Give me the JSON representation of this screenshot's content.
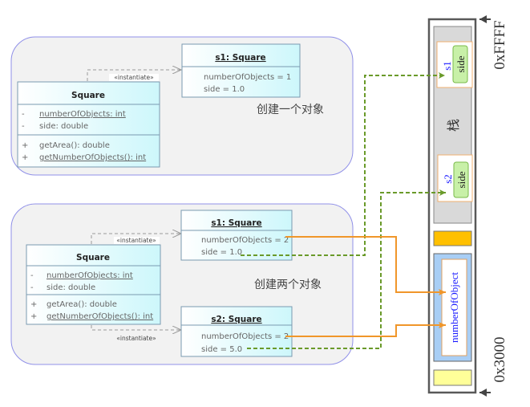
{
  "colors": {
    "panel_fill": "#f2f2f2",
    "panel_border": "#9090e8",
    "class_fill": "#dcfbff",
    "class_border": "#7a9ab0",
    "dashed_arrow": "#999999",
    "ref_green": "#6a9a2a",
    "ref_orange": "#f0962a",
    "stack_fill": "#d9d9d9",
    "frame_border": "#595959",
    "heap_fill": "#a8cef5",
    "orange_block": "#ffc000",
    "yellow_block": "#ffff99",
    "side_box": "#c8f0a8",
    "blue_text": "#1a1aff"
  },
  "top_panel": {
    "caption": "创建一个对象",
    "class": {
      "name": "Square",
      "attributes": [
        {
          "visibility": "-",
          "text": "numberOfObjects: int",
          "static": true
        },
        {
          "visibility": "-",
          "text": "side: double",
          "static": false
        }
      ],
      "operations": [
        {
          "visibility": "+",
          "text": "getArea(): double",
          "static": false
        },
        {
          "visibility": "+",
          "text": "getNumberOfObjects(): int",
          "static": true
        }
      ]
    },
    "stereotype": "«instantiate»",
    "object": {
      "title": "s1: Square",
      "fields": [
        "numberOfObjects = 1",
        "side = 1.0"
      ]
    }
  },
  "bottom_panel": {
    "caption": "创建两个对象",
    "class": {
      "name": "Square",
      "attributes": [
        {
          "visibility": "-",
          "text": "numberOfObjects: int",
          "static": true
        },
        {
          "visibility": "-",
          "text": "side: double",
          "static": false
        }
      ],
      "operations": [
        {
          "visibility": "+",
          "text": "getArea(): double",
          "static": false
        },
        {
          "visibility": "+",
          "text": "getNumberOfObjects(): int",
          "static": true
        }
      ]
    },
    "stereotype_top": "«instantiate»",
    "stereotype_bottom": "«instantiate»",
    "object1": {
      "title": "s1: Square",
      "fields": [
        "numberOfObjects = 2",
        "side = 1.0"
      ]
    },
    "object2": {
      "title": "s2: Square",
      "fields": [
        "numberOfObjects = 2",
        "side = 5.0"
      ]
    }
  },
  "memory": {
    "top_address": "0xFFFF",
    "bottom_address": "0x3000",
    "stack_label": "栈",
    "frame1": {
      "var": "s1",
      "field": "side"
    },
    "frame2": {
      "var": "s2",
      "field": "side"
    },
    "static_field": "numberOfObject"
  }
}
